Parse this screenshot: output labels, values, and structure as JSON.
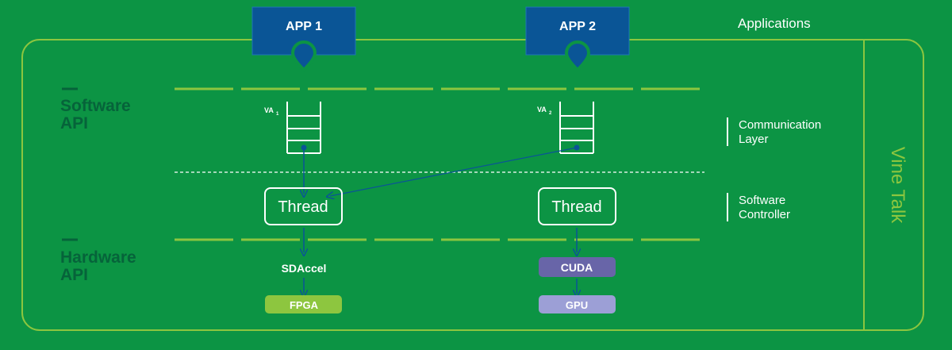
{
  "diagram": {
    "applications_label": "Applications",
    "app1_label": "APP 1",
    "app2_label": "APP 2",
    "software_api_line1": "Software",
    "software_api_line2": "API",
    "hardware_api_line1": "Hardware",
    "hardware_api_line2": "API",
    "va1_label": "VA",
    "va1_sub": "1",
    "va2_label": "VA",
    "va2_sub": "2",
    "comm_layer_line1": "Communication",
    "comm_layer_line2": "Layer",
    "sw_controller_line1": "Software",
    "sw_controller_line2": "Controller",
    "thread1_label": "Thread",
    "thread2_label": "Thread",
    "sdaccel_label": "SDAccel",
    "cuda_label": "CUDA",
    "fpga_label": "FPGA",
    "gpu_label": "GPU",
    "vinetalk_label": "Vine Talk"
  },
  "colors": {
    "background": "#0c9444",
    "light_line": "#8cc63f",
    "app_box": "#0a5596",
    "arrow": "#0a5596",
    "dark_text": "#06633a",
    "cuda_box": "#6865a8",
    "gpu_box": "#9c9fd6",
    "fpga_box": "#8dc63f"
  }
}
